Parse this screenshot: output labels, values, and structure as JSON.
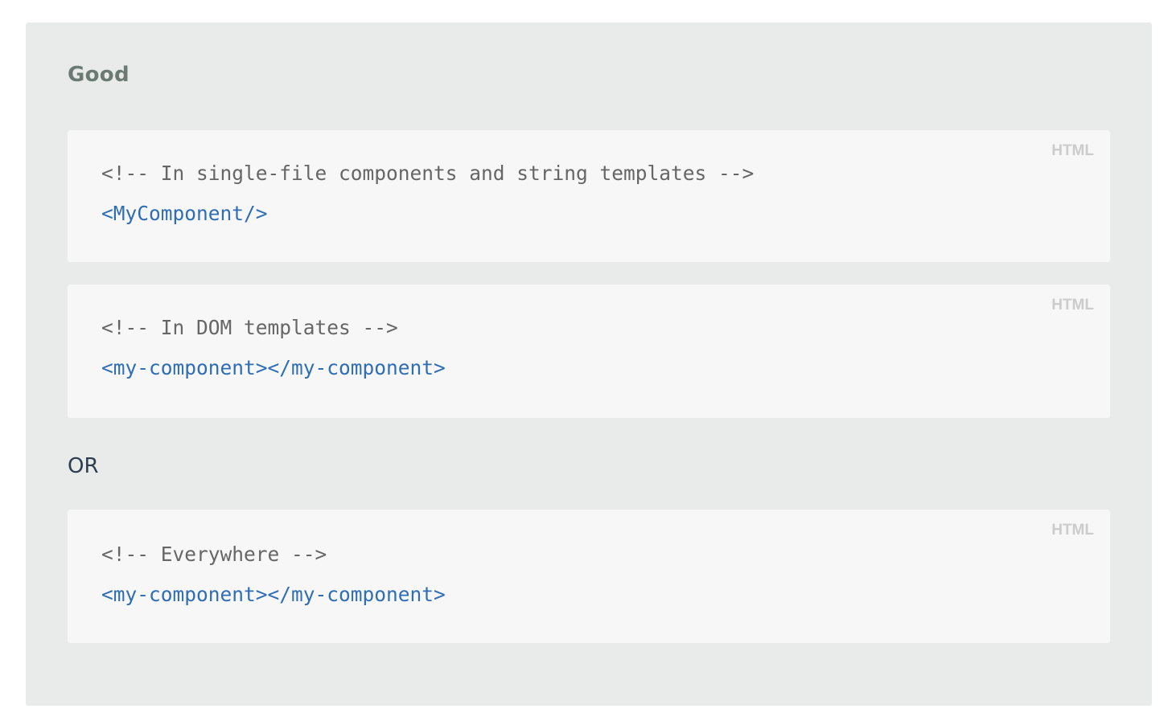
{
  "heading": "Good",
  "separator": "OR",
  "code_blocks": [
    {
      "language": "HTML",
      "lines": [
        {
          "type": "comment",
          "text": "<!-- In single-file components and string templates -->"
        },
        {
          "type": "tag",
          "text": "<MyComponent/>"
        }
      ]
    },
    {
      "language": "HTML",
      "lines": [
        {
          "type": "comment",
          "text": "<!-- In DOM templates -->"
        },
        {
          "type": "tag",
          "text": "<my-component></my-component>"
        }
      ]
    },
    {
      "language": "HTML",
      "lines": [
        {
          "type": "comment",
          "text": "<!-- Everywhere -->"
        },
        {
          "type": "tag",
          "text": "<my-component></my-component>"
        }
      ]
    }
  ],
  "colors": {
    "panel_bg": "#e9ebea",
    "code_bg": "#f7f7f7",
    "heading": "#6b7a73",
    "comment": "#666666",
    "tag": "#2f6db5",
    "lang_label": "#cccccc"
  }
}
